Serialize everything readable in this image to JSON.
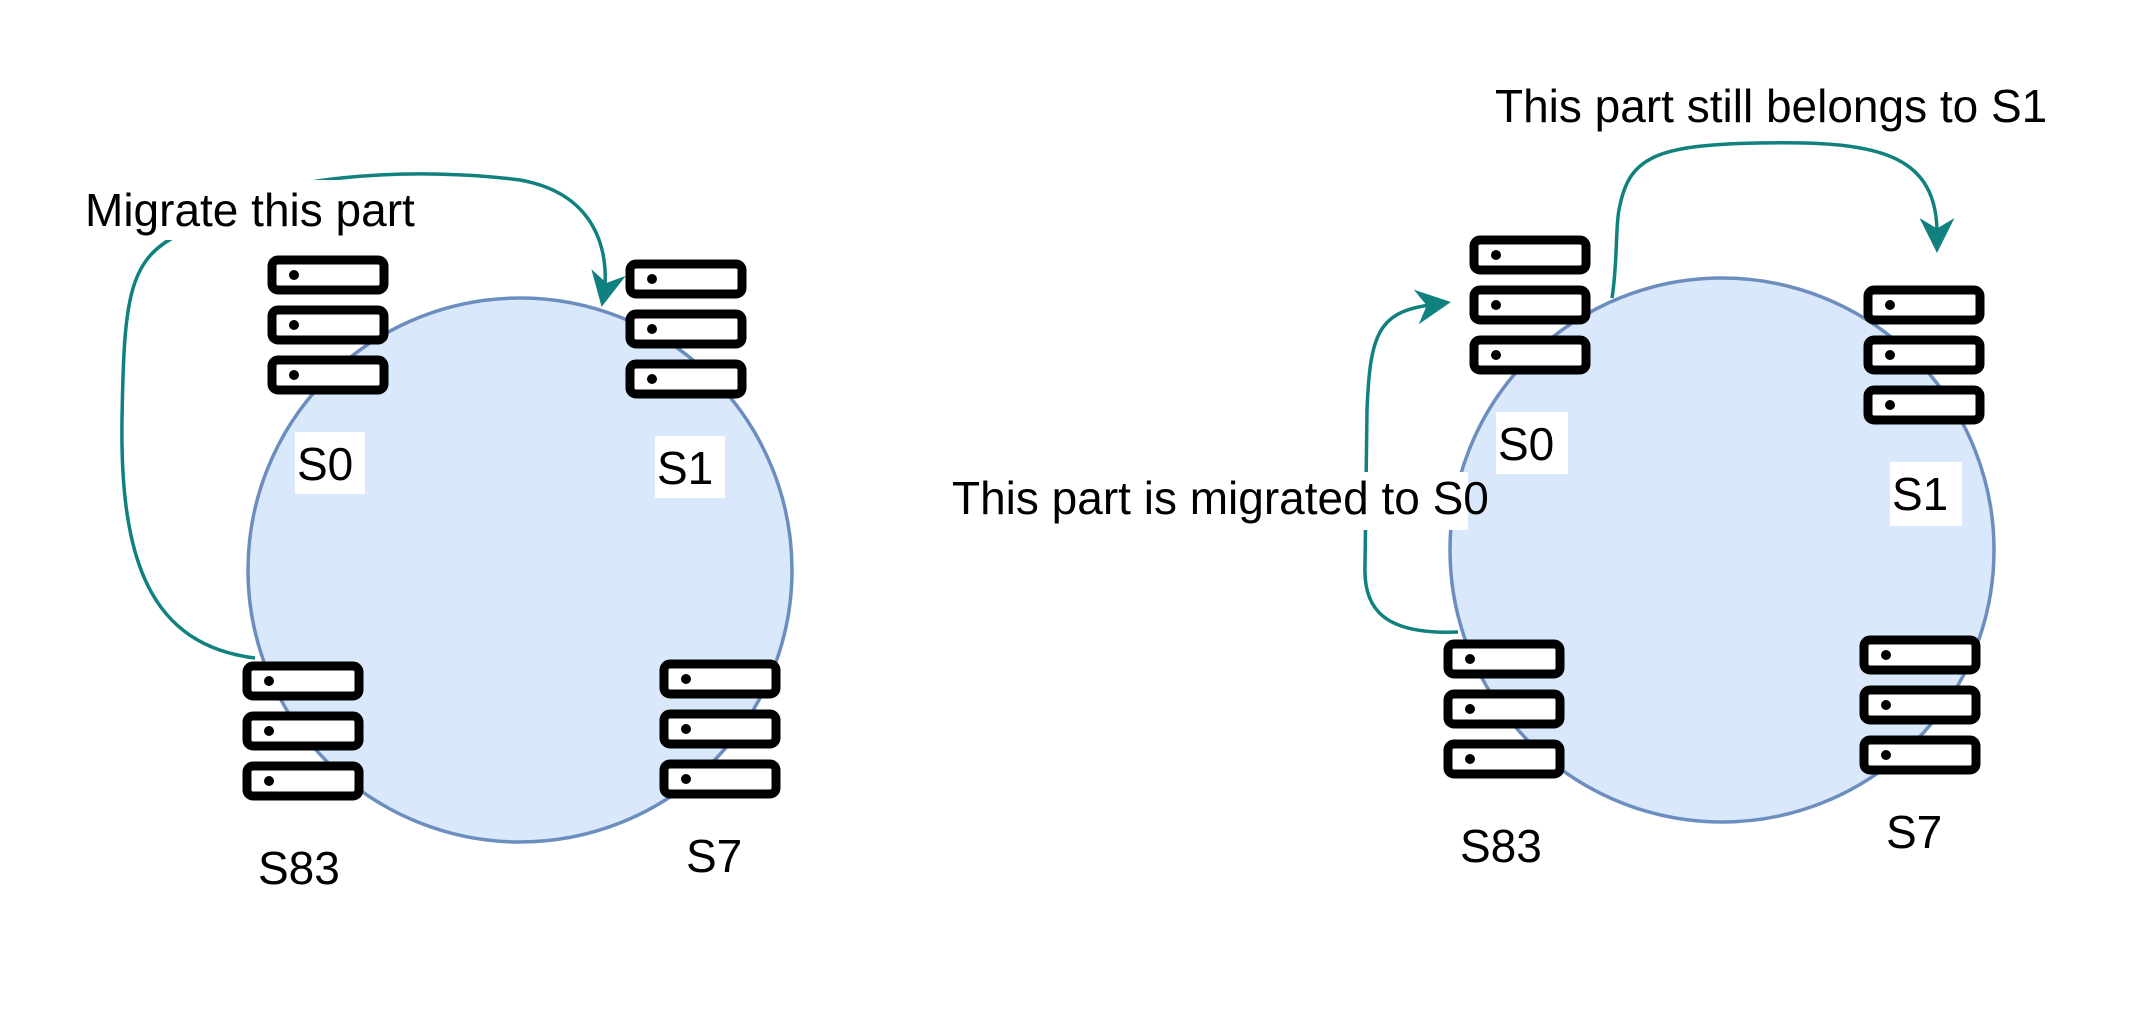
{
  "colors": {
    "ring_fill": "#dae8fc",
    "ring_stroke": "#6c8ebf",
    "arrow": "#10817f",
    "server": "#000000",
    "label_bg": "#ffffff"
  },
  "icons": {
    "server": "server-rack-icon",
    "arrow": "arrow-head-icon"
  },
  "left_diagram": {
    "servers": [
      "S0",
      "S1",
      "S83",
      "S7"
    ],
    "annotation": "Migrate this part"
  },
  "right_diagram": {
    "servers": [
      "S0",
      "S1",
      "S83",
      "S7"
    ],
    "annotation_top": "This part still belongs to S1",
    "annotation_left": "This part is migrated to S0"
  }
}
